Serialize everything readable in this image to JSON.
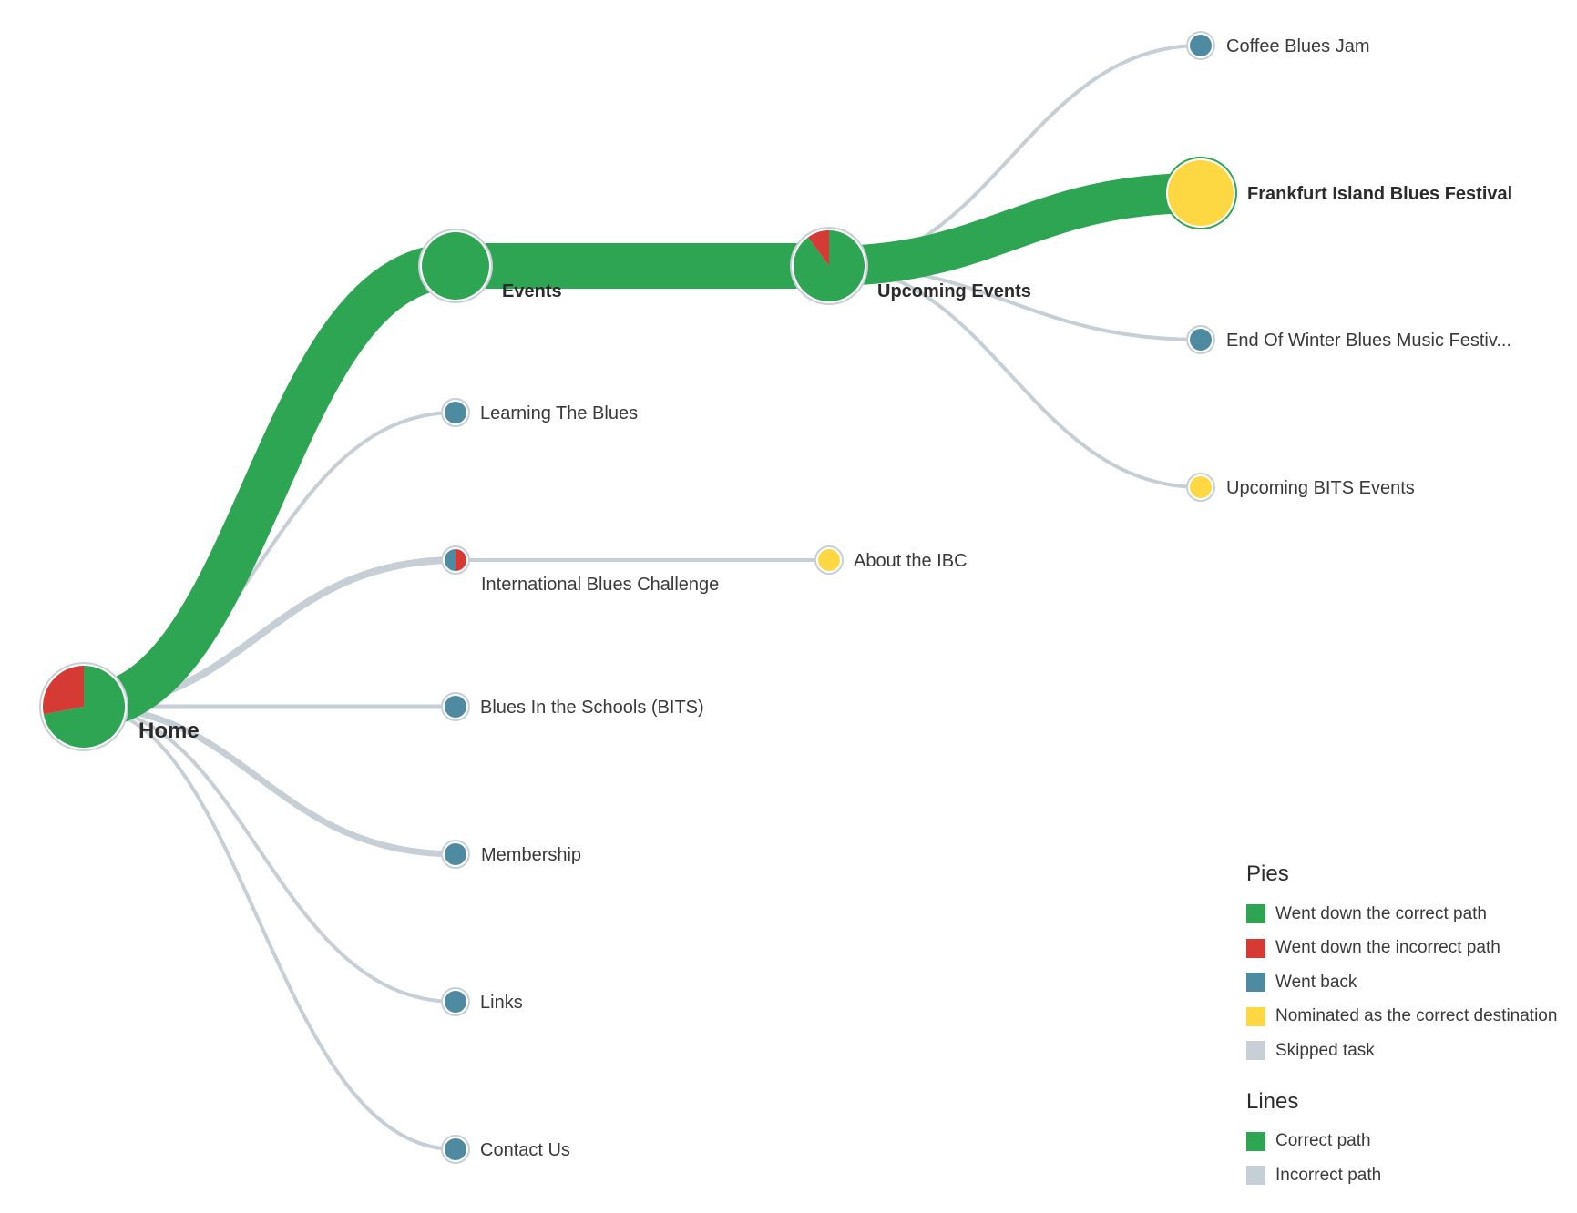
{
  "colors": {
    "correct": "#2ea552",
    "incorrect": "#d63a34",
    "back": "#4e8aa0",
    "nominated": "#fdd843",
    "skipped": "#c8cfd6",
    "incorrect_line": "#c6ced6"
  },
  "nodes": {
    "home": {
      "label": "Home",
      "pie": {
        "correct": 0.72,
        "incorrect": 0.28
      }
    },
    "events": {
      "label": "Events",
      "pie": {
        "correct": 1.0
      }
    },
    "upcoming_events": {
      "label": "Upcoming Events",
      "pie": {
        "correct": 0.9,
        "incorrect": 0.1
      }
    },
    "coffee_blues_jam": {
      "label": "Coffee Blues Jam",
      "pie": {
        "back": 1.0
      }
    },
    "frankfurt_island_blues_festival": {
      "label": "Frankfurt Island Blues Festival",
      "pie": {
        "nominated": 1.0
      }
    },
    "end_of_winter_blues": {
      "label": "End Of Winter Blues Music Festiv...",
      "pie": {
        "back": 1.0
      }
    },
    "upcoming_bits_events": {
      "label": "Upcoming BITS Events",
      "pie": {
        "nominated": 1.0
      }
    },
    "learning_the_blues": {
      "label": "Learning The Blues",
      "pie": {
        "back": 1.0
      }
    },
    "international_blues_challenge": {
      "label": "International Blues Challenge",
      "pie": {
        "back": 0.5,
        "incorrect": 0.5
      }
    },
    "about_the_ibc": {
      "label": "About the IBC",
      "pie": {
        "nominated": 1.0
      }
    },
    "blues_in_the_schools": {
      "label": "Blues In the Schools (BITS)",
      "pie": {
        "back": 1.0
      }
    },
    "membership": {
      "label": "Membership",
      "pie": {
        "back": 1.0
      }
    },
    "links": {
      "label": "Links",
      "pie": {
        "back": 1.0
      }
    },
    "contact_us": {
      "label": "Contact Us",
      "pie": {
        "back": 1.0
      }
    }
  },
  "legend": {
    "pies_title": "Pies",
    "pies": [
      {
        "label": "Went down the correct path",
        "color": "#2ea552"
      },
      {
        "label": "Went down the incorrect path",
        "color": "#d63a34"
      },
      {
        "label": "Went back",
        "color": "#4e8aa0"
      },
      {
        "label": "Nominated as the correct destination",
        "color": "#fdd843"
      },
      {
        "label": "Skipped task",
        "color": "#c8cfd6"
      }
    ],
    "lines_title": "Lines",
    "lines": [
      {
        "label": "Correct path",
        "color": "#2ea552"
      },
      {
        "label": "Incorrect path",
        "color": "#c6ced6"
      }
    ]
  }
}
